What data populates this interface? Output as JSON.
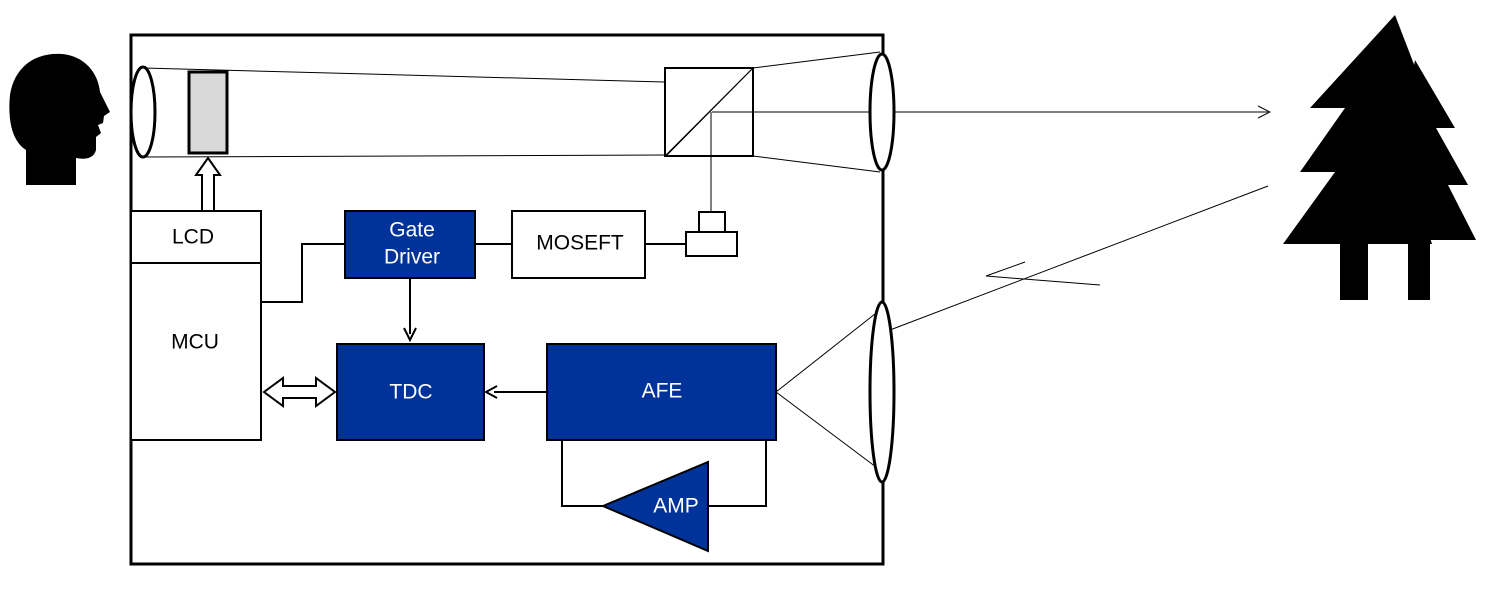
{
  "blocks": {
    "lcd": "LCD",
    "mcu": "MCU",
    "gate_driver_line1": "Gate",
    "gate_driver_line2": "Driver",
    "moseft": "MOSEFT",
    "tdc": "TDC",
    "afe": "AFE",
    "amp": "AMP"
  },
  "colors": {
    "block_fill": "#003399",
    "outline": "#000000",
    "lcd_panel": "#d9d9d9"
  },
  "icons": [
    "head-icon",
    "tree-icon"
  ]
}
